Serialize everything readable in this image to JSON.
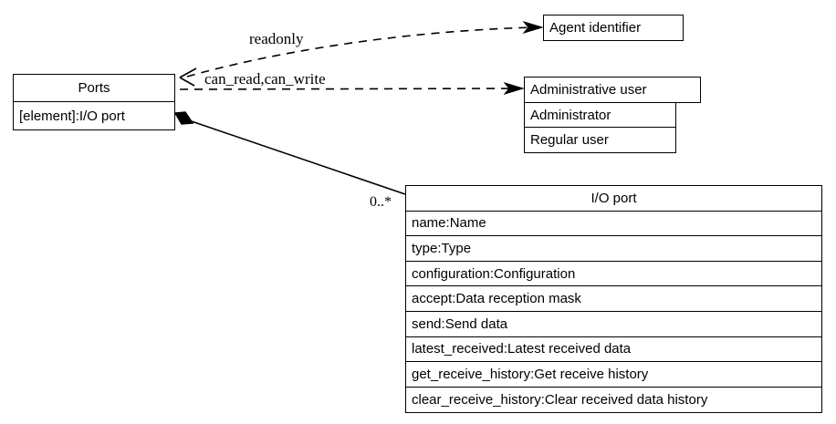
{
  "diagram": {
    "type": "uml-class-diagram",
    "background": "#ffffff",
    "line_color": "#000000"
  },
  "classes": {
    "ports": {
      "name": "Ports",
      "attributes": [
        "[element]:I/O port"
      ]
    },
    "agent_identifier": {
      "name": "Agent identifier",
      "attributes": []
    },
    "administrative_user": {
      "name": "Administrative user",
      "attributes": [
        "Administrator",
        "Regular user"
      ]
    },
    "io_port": {
      "name": "I/O port",
      "attributes": [
        "name:Name",
        "type:Type",
        "configuration:Configuration",
        "accept:Data reception mask",
        "send:Send data",
        "latest_received:Latest received data",
        "get_receive_history:Get receive history",
        "clear_receive_history:Clear received data history"
      ]
    }
  },
  "edges": {
    "readonly": {
      "label": "readonly",
      "style": "dashed",
      "from": "ports",
      "to": "agent_identifier"
    },
    "can_read_can_write": {
      "label": "can_read,can_write",
      "style": "dashed",
      "from": "ports",
      "to": "administrative_user"
    },
    "composition": {
      "label": "0..*",
      "style": "solid",
      "from": "ports",
      "to": "io_port",
      "source_marker": "filled-diamond"
    }
  }
}
